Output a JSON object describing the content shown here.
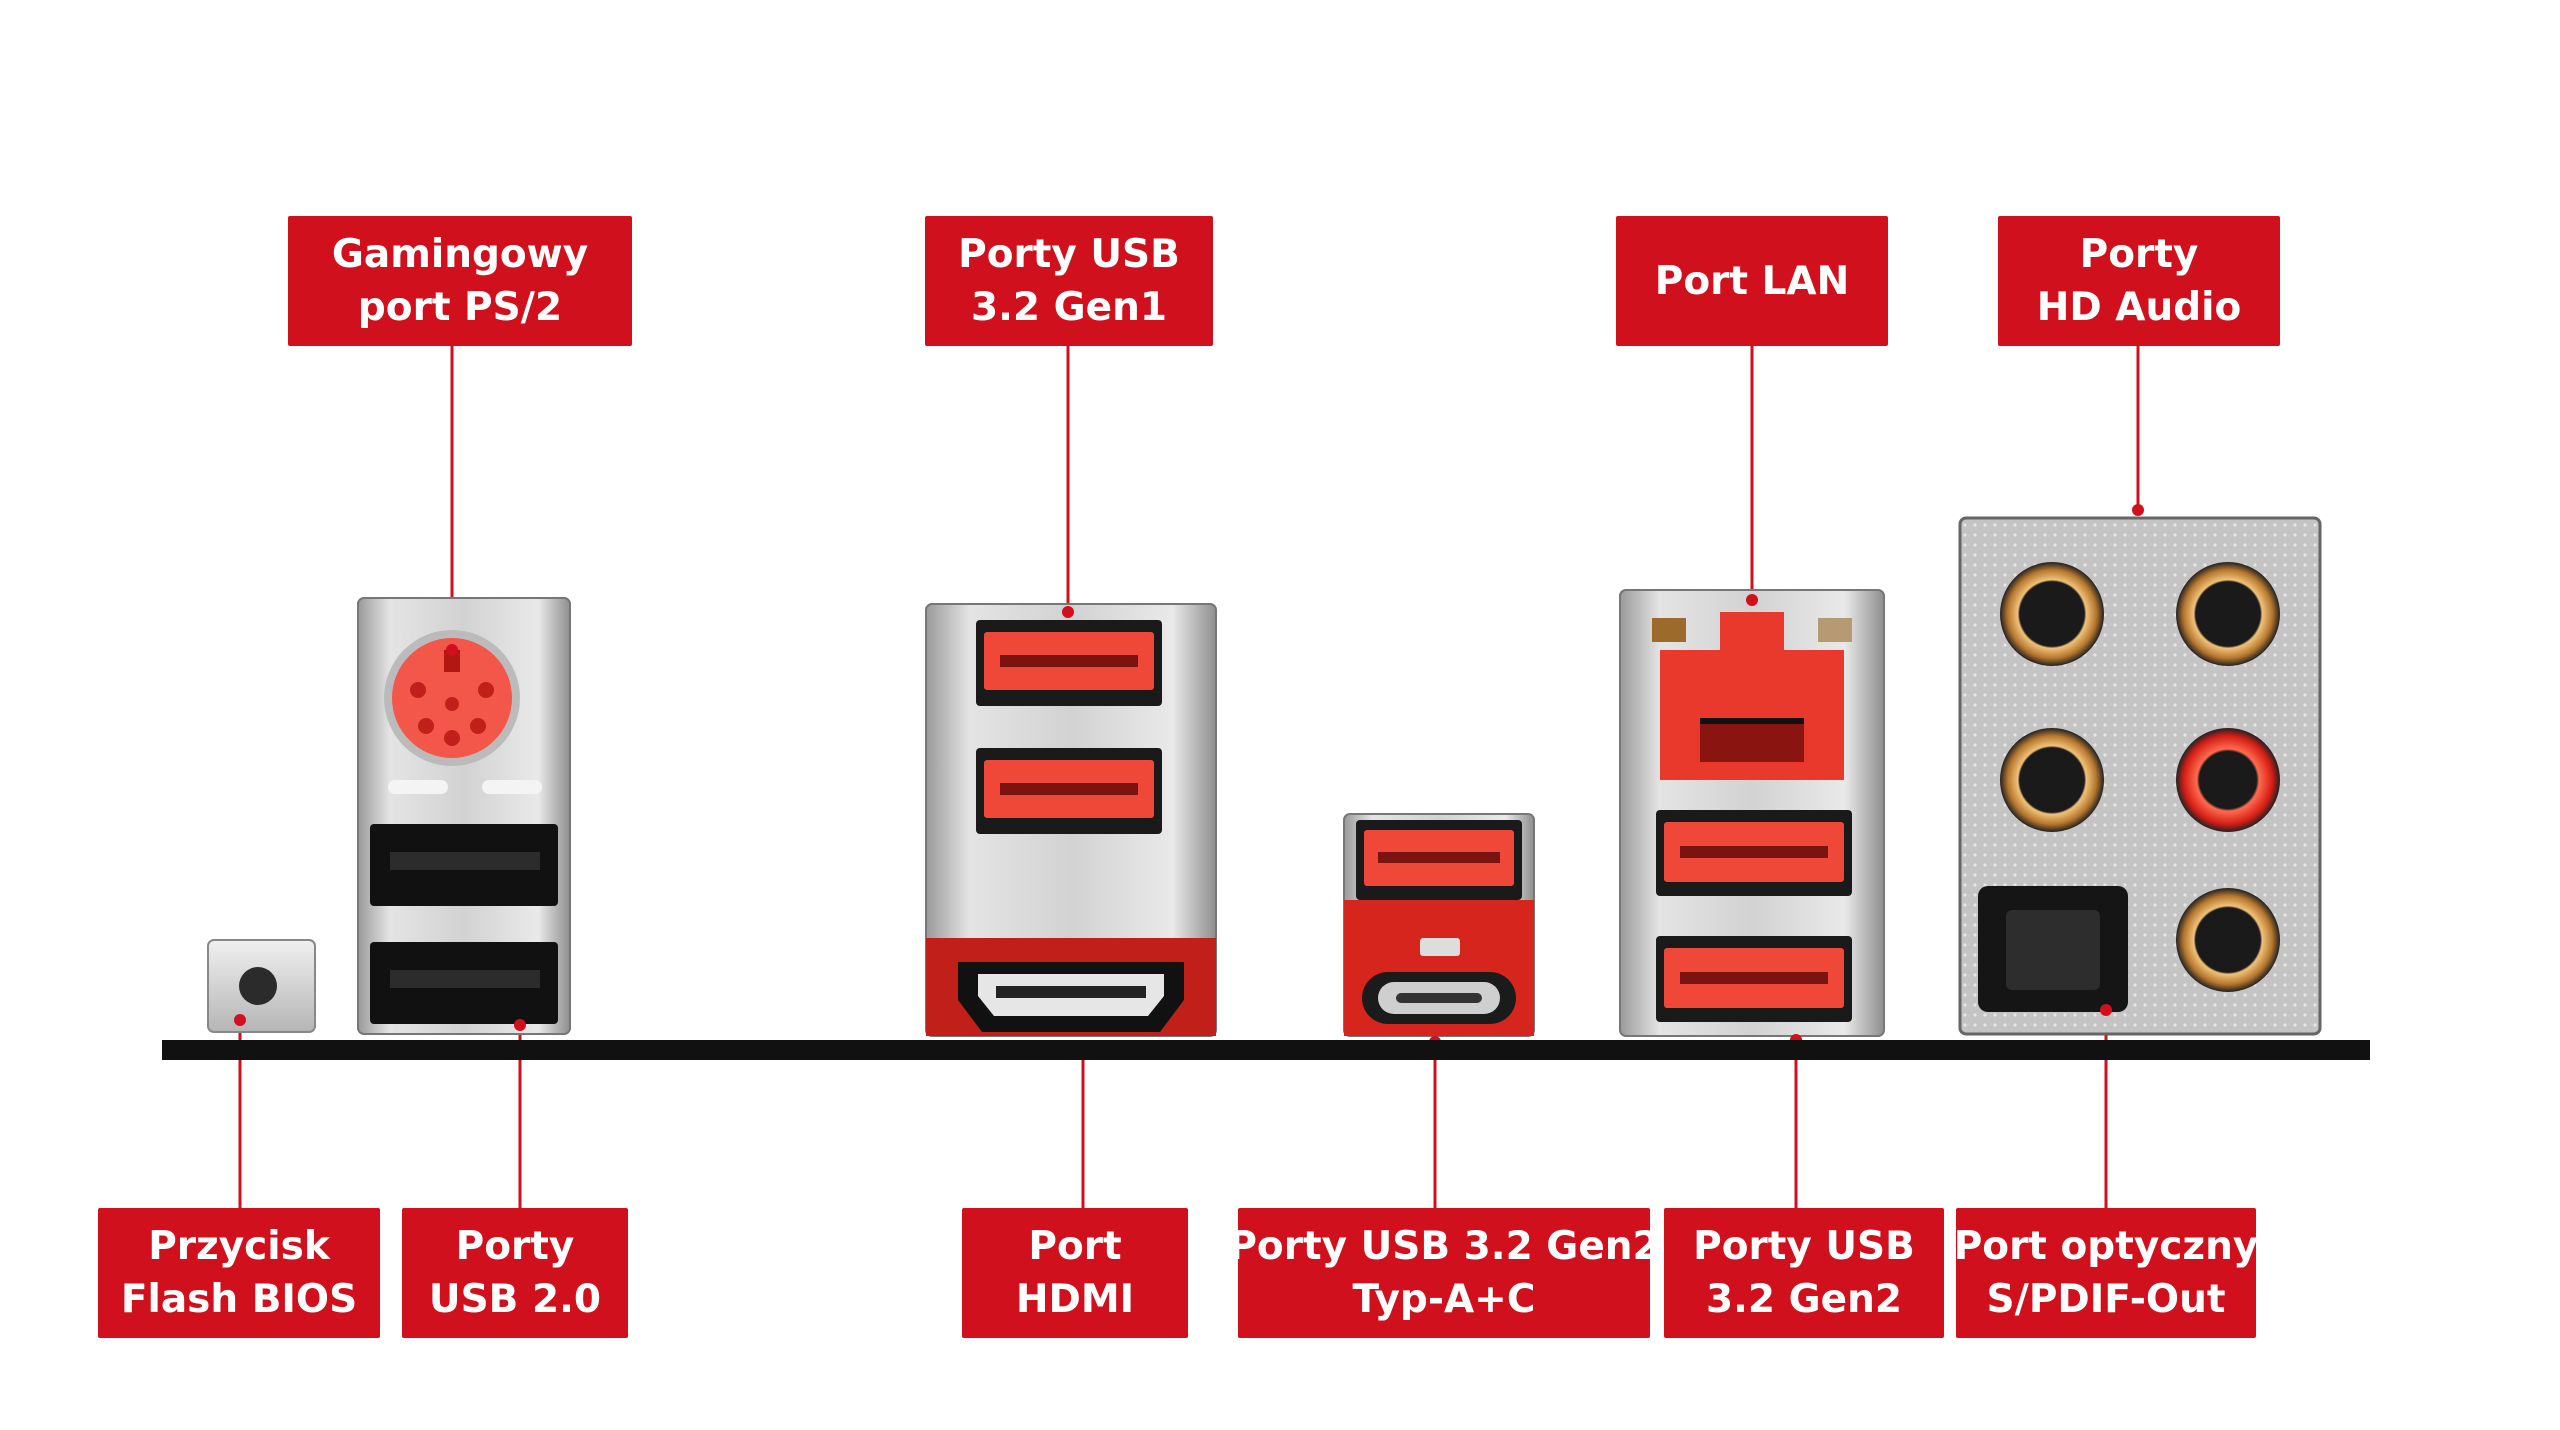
{
  "labels": {
    "ps2": {
      "line1": "Gamingowy",
      "line2": "port PS/2"
    },
    "usb_gen1": {
      "line1": "Porty USB",
      "line2": "3.2 Gen1"
    },
    "lan": {
      "line1": "Port LAN"
    },
    "hd_audio": {
      "line1": "Porty",
      "line2": "HD Audio"
    },
    "flash_bios": {
      "line1": "Przycisk",
      "line2": "Flash BIOS"
    },
    "usb20": {
      "line1": "Porty",
      "line2": "USB 2.0"
    },
    "hdmi": {
      "line1": "Port",
      "line2": "HDMI"
    },
    "usb_gen2_ac": {
      "line1": "Porty USB 3.2 Gen2",
      "line2": "Typ-A+C"
    },
    "usb_gen2": {
      "line1": "Porty USB",
      "line2": "3.2 Gen2"
    },
    "optical": {
      "line1": "Port optyczny",
      "line2": "S/PDIF-Out"
    }
  },
  "colors": {
    "accent": "#d0101c",
    "port_red": "#e8473a",
    "shield_silver": "#c9c9c9",
    "bar_black": "#111111",
    "jack_gold": "#c9924a"
  }
}
